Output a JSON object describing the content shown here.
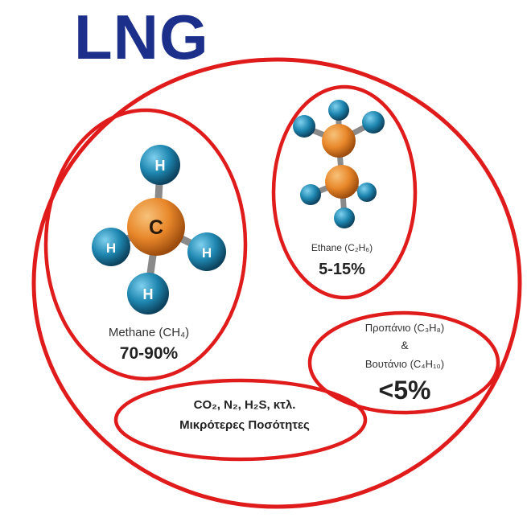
{
  "title": "LNG",
  "colors": {
    "title": "#1c2f8a",
    "ellipse": "#e01b1b",
    "carbon": "#e8872a",
    "hydrogen": "#1e86b0",
    "bond": "#8a8a8a",
    "text": "#222222"
  },
  "components": {
    "methane": {
      "carbon_symbol": "C",
      "hydrogen_symbol": "H",
      "name": "Methane (CH₄)",
      "share": "70-90%"
    },
    "ethane": {
      "name": "Ethane (C₂H₆)",
      "share": "5-15%"
    },
    "propane_butane": {
      "line1": "Προπάνιο (C₃H₈)",
      "amp": "&",
      "line2": "Βουτάνιο (C₄H₁₀)",
      "share": "<5%"
    },
    "others": {
      "line1": "CO₂, N₂, H₂S, κτλ.",
      "line2": "Μικρότερες Ποσότητες"
    }
  }
}
